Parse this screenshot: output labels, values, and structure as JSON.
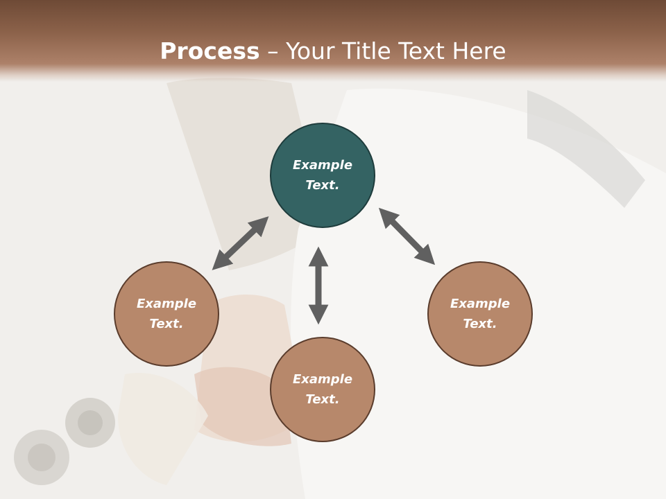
{
  "title": {
    "bold": "Process",
    "rest": " – Your Title Text Here"
  },
  "colors": {
    "header": "#8c624a",
    "node_primary": "#346363",
    "node_secondary": "#b7886b",
    "arrow": "#606060"
  },
  "diagram": {
    "nodes": [
      {
        "id": "top",
        "lines": [
          "Example",
          "Text."
        ]
      },
      {
        "id": "left",
        "lines": [
          "Example",
          "Text."
        ]
      },
      {
        "id": "right",
        "lines": [
          "Example",
          "Text."
        ]
      },
      {
        "id": "bottom",
        "lines": [
          "Example",
          "Text."
        ]
      }
    ],
    "arrows": [
      {
        "from": "top",
        "to": "left",
        "type": "double-headed"
      },
      {
        "from": "top",
        "to": "right",
        "type": "double-headed"
      },
      {
        "from": "top",
        "to": "bottom",
        "type": "double-headed"
      }
    ]
  }
}
